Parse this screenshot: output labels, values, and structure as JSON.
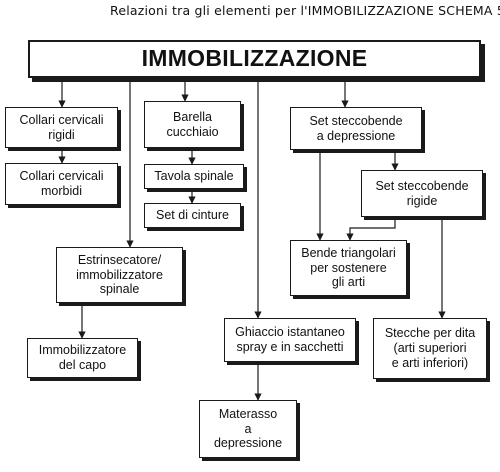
{
  "caption": "Relazioni tra gli elementi per l'IMMOBILIZZAZIONE SCHEMA 5",
  "nodes": {
    "root": "IMMOBILIZZAZIONE",
    "collari_rigidi": "Collari cervicali\nrigidi",
    "collari_morbidi": "Collari cervicali\nmorbidi",
    "barella": "Barella\ncucchiaio",
    "tavola": "Tavola spinale",
    "cinture": "Set di cinture",
    "estrinsecatore": "Estrinsecatore/\nimmobilizzatore\nspinale",
    "imm_capo": "Immobilizzatore\ndel capo",
    "set_depressione": "Set steccobende\na depressione",
    "set_rigide": "Set steccobende\nrigide",
    "bende": "Bende triangolari\nper sostenere\ngli arti",
    "ghiaccio": "Ghiaccio istantaneo\nspray e in sacchetti",
    "stecche": "Stecche per dita\n(arti superiori\ne arti inferiori)",
    "materasso": "Materasso\na\ndepressione"
  }
}
